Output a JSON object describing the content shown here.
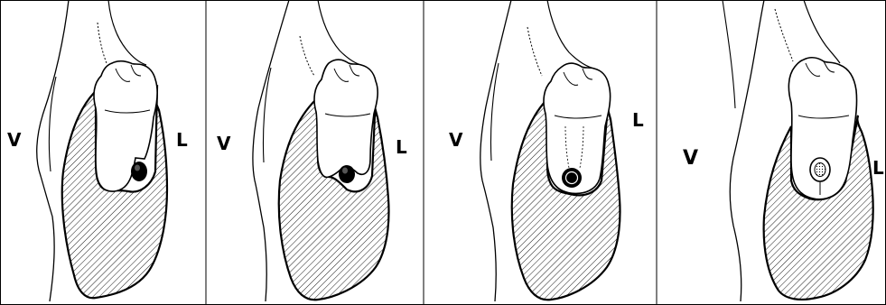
{
  "figure": {
    "panels": [
      {
        "vestibular_label": "V",
        "lingual_label": "L",
        "canal_style": "solid"
      },
      {
        "vestibular_label": "V",
        "lingual_label": "L",
        "canal_style": "solid"
      },
      {
        "vestibular_label": "V",
        "lingual_label": "L",
        "canal_style": "solid"
      },
      {
        "vestibular_label": "V",
        "lingual_label": "L",
        "canal_style": "ring"
      }
    ],
    "colors": {
      "ink": "#000000",
      "background": "#ffffff"
    }
  }
}
